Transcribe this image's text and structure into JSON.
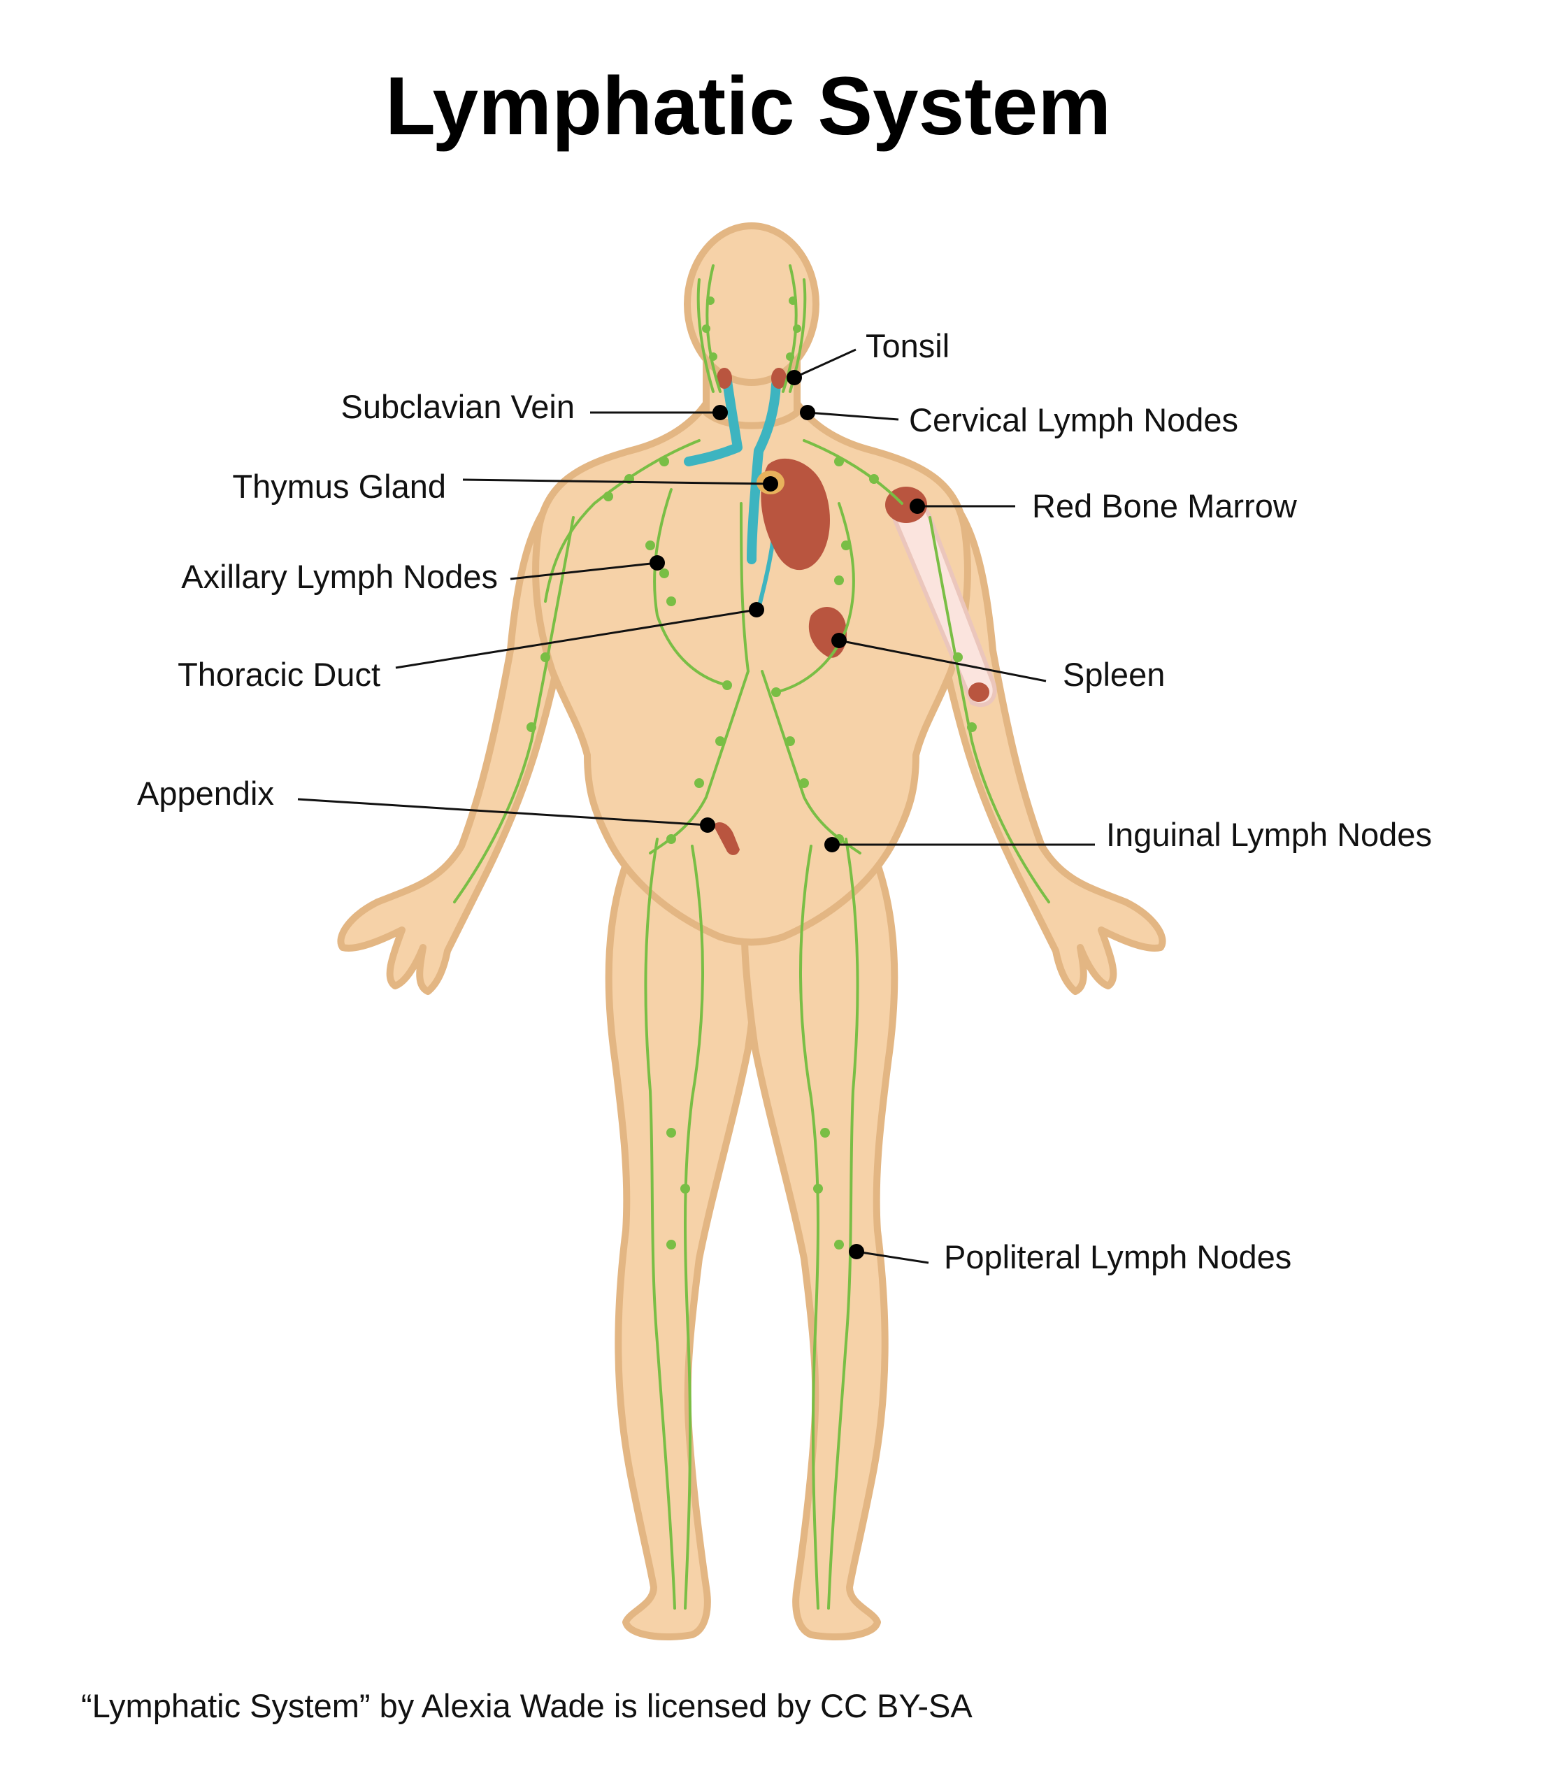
{
  "title": "Lymphatic System",
  "credit": "“Lymphatic System” by Alexia Wade is licensed by CC BY-SA",
  "labels": {
    "tonsil": "Tonsil",
    "subclavian_vein": "Subclavian Vein",
    "cervical_lymph_nodes": "Cervical Lymph Nodes",
    "thymus_gland": "Thymus Gland",
    "red_bone_marrow": "Red Bone Marrow",
    "axillary_lymph_nodes": "Axillary Lymph Nodes",
    "thoracic_duct": "Thoracic Duct",
    "spleen": "Spleen",
    "appendix": "Appendix",
    "inguinal_lymph_nodes": "Inguinal Lymph Nodes",
    "popliteral_lymph_nodes": "Popliteral Lymph Nodes"
  },
  "colors": {
    "skin": "#F6D2A8",
    "skin_outline": "#E3B683",
    "lymph_vessels": "#79BE45",
    "organs": "#B9553F",
    "veins": "#3DB4C0",
    "thymus": "#E8B25C",
    "bone": "#FBE4DE"
  }
}
